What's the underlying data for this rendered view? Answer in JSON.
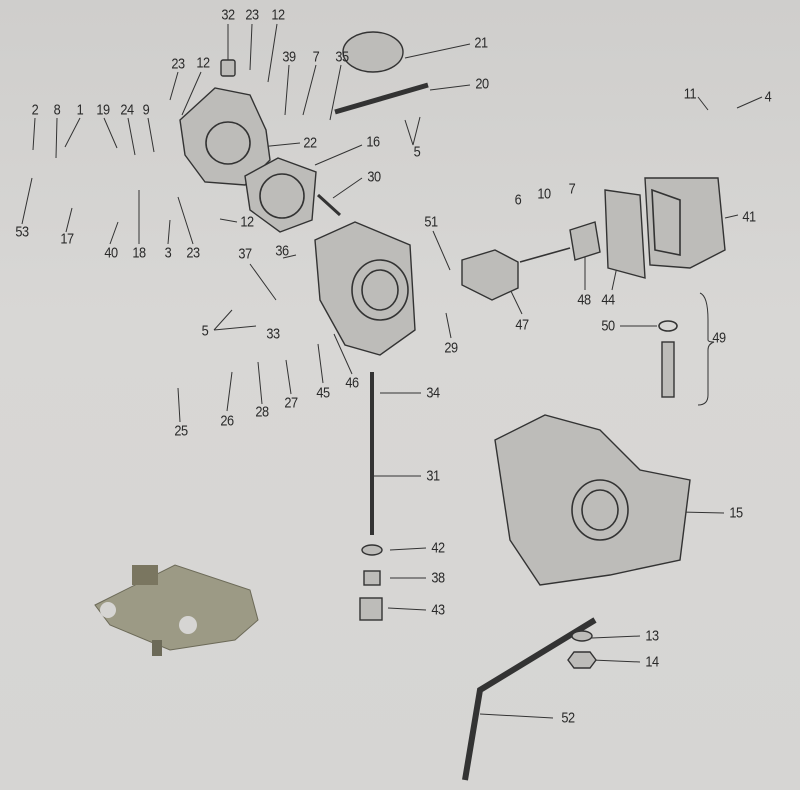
{
  "diagram": {
    "title": "Carburetor exploded parts diagram",
    "callouts": [
      "32",
      "23",
      "12",
      "21",
      "23",
      "12",
      "39",
      "7",
      "35",
      "20",
      "11",
      "4",
      "2",
      "8",
      "1",
      "19",
      "24",
      "9",
      "22",
      "16",
      "5",
      "30",
      "6",
      "10",
      "7",
      "41",
      "53",
      "17",
      "12",
      "51",
      "40",
      "18",
      "3",
      "23",
      "36",
      "37",
      "5",
      "33",
      "47",
      "48",
      "44",
      "50",
      "49",
      "29",
      "45",
      "46",
      "34",
      "26",
      "28",
      "27",
      "25",
      "31",
      "15",
      "42",
      "38",
      "43",
      "13",
      "14",
      "52"
    ]
  }
}
